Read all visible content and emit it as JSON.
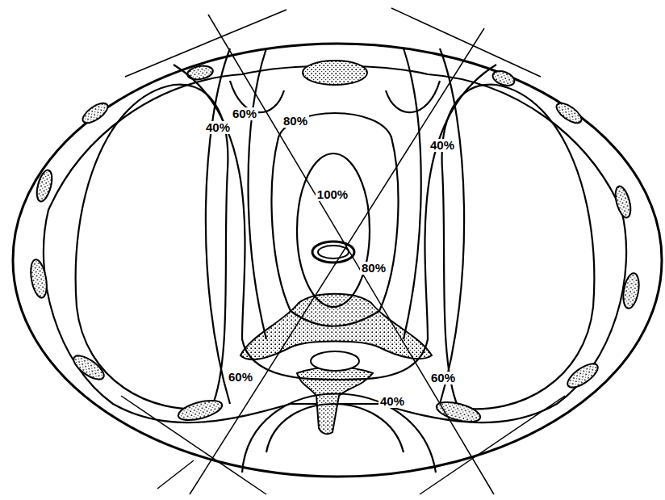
{
  "diagram": {
    "labels": [
      "60%",
      "80%",
      "40%",
      "40%",
      "100%",
      "80%",
      "60%",
      "60%",
      "40%"
    ]
  }
}
